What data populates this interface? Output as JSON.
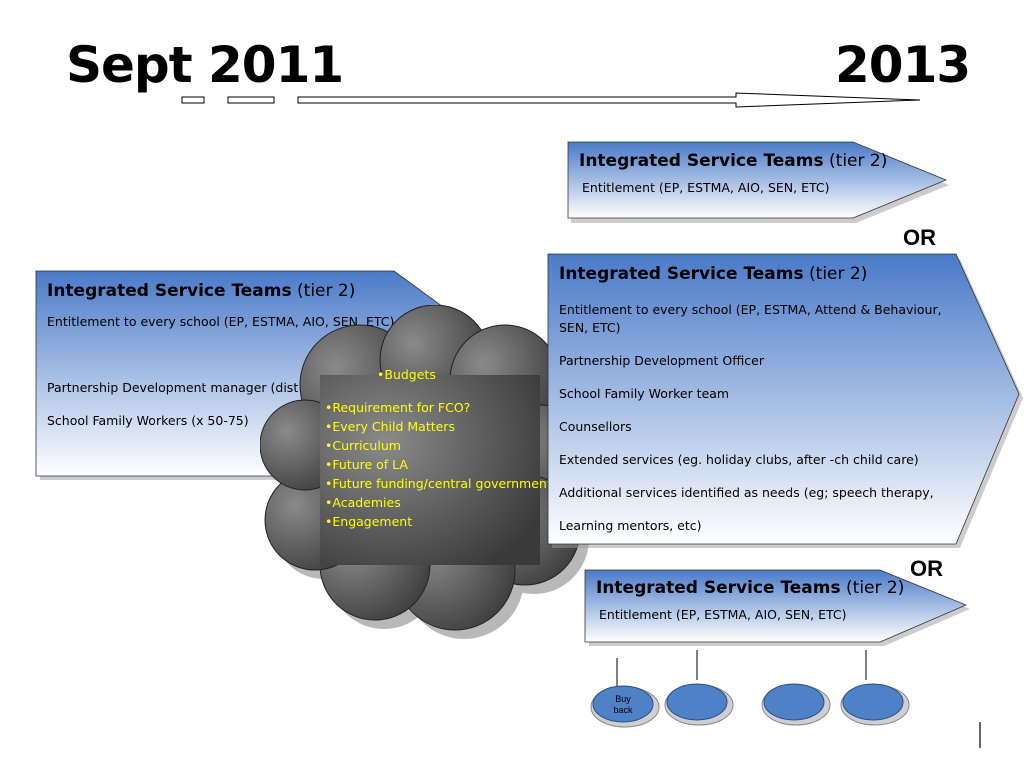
{
  "title": {
    "start": "Sept 2011",
    "end": "2013"
  },
  "top_option": {
    "heading_bold": "Integrated Service Teams",
    "heading_tier": " (tier 2)",
    "lines": [
      "Entitlement   (EP, ESTMA, AIO, SEN, ETC)"
    ]
  },
  "or_labels": [
    "OR",
    "OR"
  ],
  "left_box": {
    "heading_bold": "Integrated Service Teams",
    "heading_tier": " (tier 2)",
    "lines": [
      " Entitlement to every school  (EP, ESTMA, AIO, SEN, ETC)",
      "Partnership Development manager (dist",
      "School Family Workers (x 50-75)"
    ]
  },
  "cloud": {
    "header": "•Budgets",
    "items": [
      "•Requirement for FCO?",
      "•Every Child Matters",
      "•Curriculum",
      "•Future of LA",
      "•Future funding/central government",
      "•Academies",
      "•Engagement"
    ]
  },
  "middle_option": {
    "heading_bold": "Integrated Service Teams",
    "heading_tier": " (tier 2)",
    "lines": [
      " Entitlement to every school  (EP, ESTMA, Attend & Behaviour,",
      "SEN, ETC)",
      "Partnership Development Officer",
      "School Family Worker team",
      "Counsellors",
      "Extended services (eg. holiday clubs, after -ch child care)",
      "Additional services identified as needs (eg; speech therapy,",
      "Learning mentors, etc)"
    ]
  },
  "bottom_option": {
    "heading_bold": "Integrated Service Teams",
    "heading_tier": " (tier 2)",
    "lines": [
      "Entitlement   (EP, ESTMA, AIO, SEN, ETC)"
    ]
  },
  "ovals": [
    {
      "label": "Buy\nback"
    },
    {
      "label": ""
    },
    {
      "label": ""
    },
    {
      "label": ""
    }
  ],
  "colors": {
    "box_gradient_top": "#4a7ac8",
    "box_gradient_bottom": "#ffffff",
    "cloud_fill": "#6b6b6b",
    "cloud_text": "#ffff00",
    "oval_fill": "#4f81c7"
  }
}
